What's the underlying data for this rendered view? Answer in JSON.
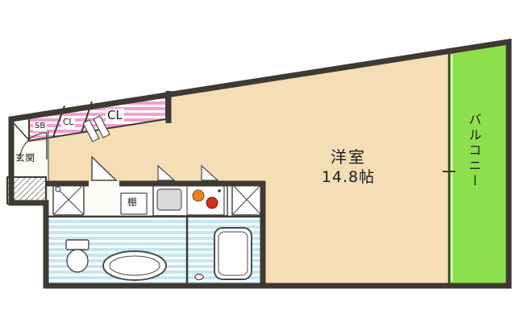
{
  "labels": {
    "main_room_name": "洋室",
    "main_room_size": "14.8帖",
    "balcony": "バルコニー",
    "entrance": "玄関",
    "storage": "SB",
    "closet_a": "CL",
    "closet_b": "CL",
    "shelf": "棚"
  },
  "colors": {
    "wall": "#3e3933",
    "floor": "#f5ddb5",
    "balcony_green": "#8de04d",
    "closet_pink": "#f2a0d2",
    "bath_blue": "#c2e7f0",
    "burner_orange": "#e8821a",
    "burner_red": "#d2301a"
  }
}
